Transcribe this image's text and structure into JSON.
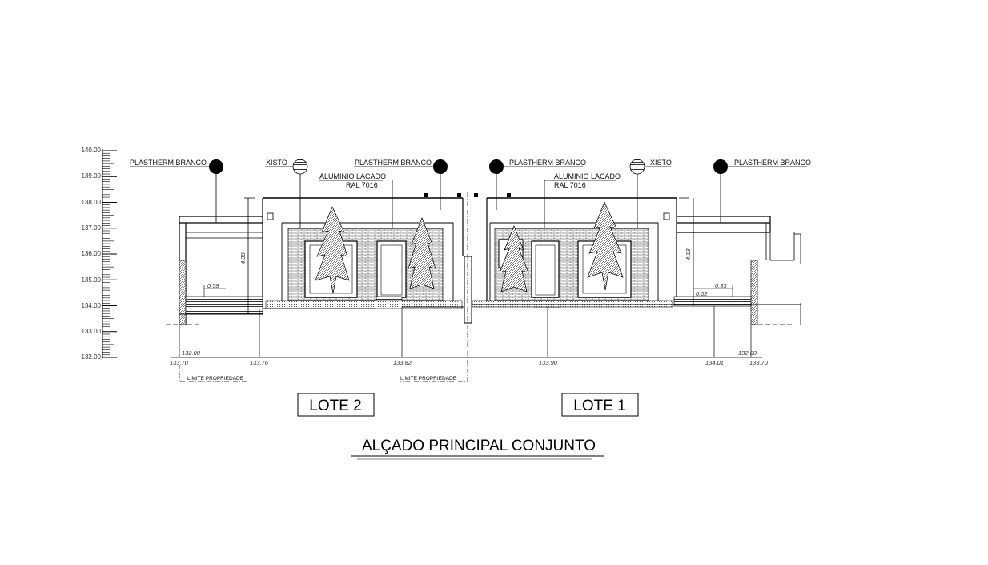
{
  "elevation_scale": [
    "140.00",
    "139.00",
    "138.00",
    "137.00",
    "136.00",
    "135.00",
    "134.00",
    "133.00",
    "132.00"
  ],
  "material_labels": {
    "plastherm_1": "PLASTHERM BRANCO",
    "xisto_1": "XISTO",
    "plastherm_2": "PLASTHERM BRANCO",
    "plastherm_3": "PLASTHERM BRANCO",
    "xisto_2": "XISTO",
    "plastherm_4": "PLASTHERM BRANCO",
    "aluminio_1": "ALUMINIO LACADO",
    "ral_1": "RAL 7016",
    "aluminio_2": "ALUMINIO LACADO",
    "ral_2": "RAL 7016"
  },
  "dimensions": {
    "height_left": "4.38",
    "height_right": "4.13",
    "step_left": "0.58",
    "step_right": "0.33",
    "step_right_small": "0.02"
  },
  "ground_levels": {
    "g1": "133.70",
    "g2": "133.76",
    "g3": "133.82",
    "g4": "133.90",
    "g5": "134.01",
    "g6": "133.70",
    "base_left": "132.00",
    "base_right": "132.00"
  },
  "property_limit": {
    "left": "LIMITE PROPRIEDADE",
    "center": "LIMITE PROPRIEDADE"
  },
  "lots": {
    "lote_2": "LOTE 2",
    "lote_1": "LOTE 1"
  },
  "title": "ALÇADO PRINCIPAL CONJUNTO"
}
